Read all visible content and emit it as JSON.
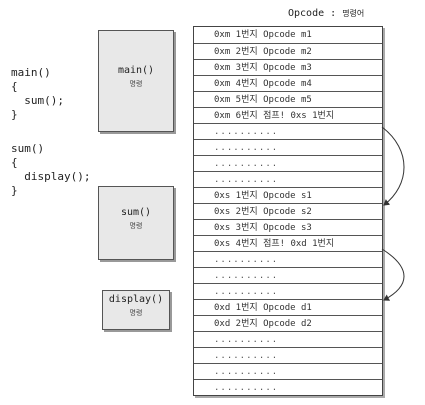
{
  "header": {
    "label": "Opcode",
    "colon": " : ",
    "korean": "명령어"
  },
  "code_lines": [
    "main()",
    "{",
    "  sum();",
    "}",
    "",
    "sum()",
    "{",
    "  display();",
    "}"
  ],
  "functions": [
    {
      "name": "main()",
      "sub": "명령"
    },
    {
      "name": "sum()",
      "sub": "명령"
    },
    {
      "name": "display()",
      "sub": "명령"
    }
  ],
  "memory_rows": [
    "0xm 1번지  Opcode m1",
    "0xm 2번지  Opcode m2",
    "0xm 3번지  Opcode m3",
    "0xm 4번지  Opcode m4",
    "0xm 5번지  Opcode m5",
    "0xm 6번지  점프! 0xs 1번지",
    "..........",
    "..........",
    "..........",
    "..........",
    "0xs 1번지  Opcode s1",
    "0xs 2번지  Opcode s2",
    "0xs 3번지  Opcode s3",
    "0xs 4번지  점프! 0xd 1번지",
    "..........",
    "..........",
    "..........",
    "0xd 1번지  Opcode d1",
    "0xd 2번지  Opcode d2",
    "..........",
    "..........",
    "..........",
    ".........."
  ]
}
